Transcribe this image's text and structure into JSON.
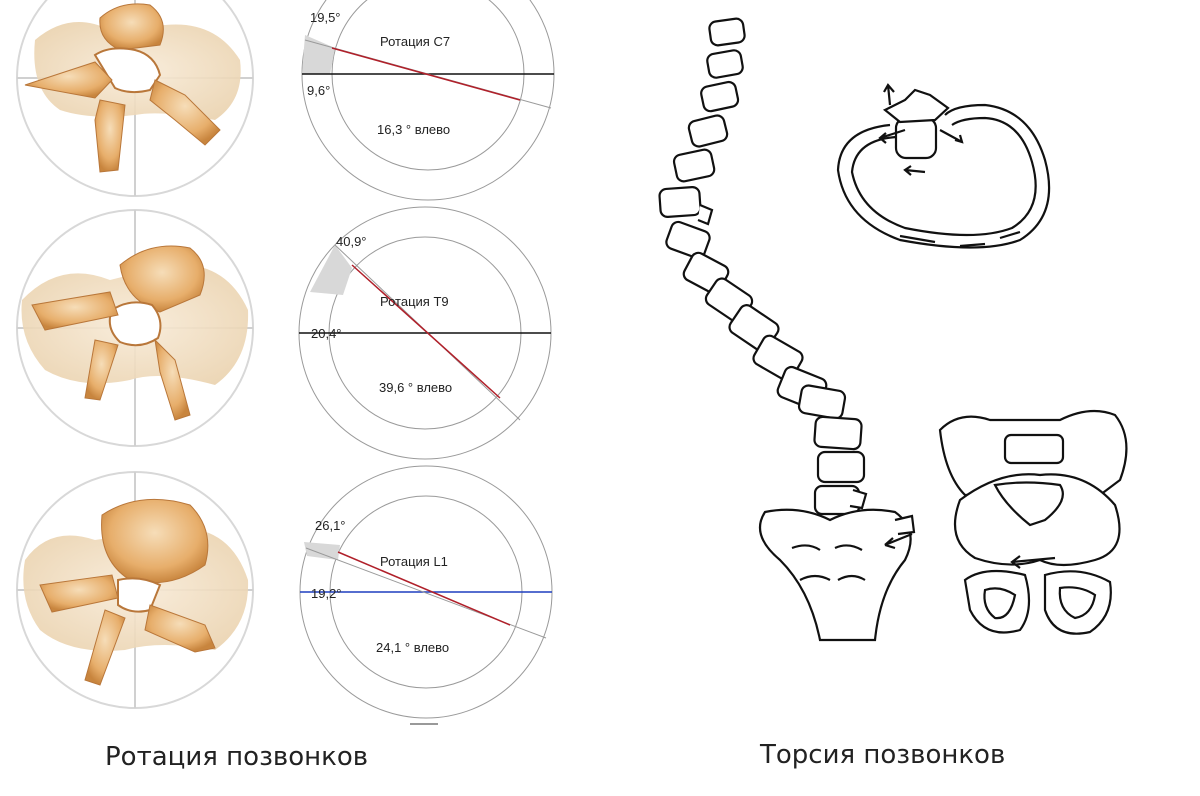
{
  "rotation_panel": {
    "caption": "Ротация позвонков",
    "rows": [
      {
        "title": "Ротация C7",
        "top_angle": "19,5°",
        "bottom_angle": "9,6°",
        "result": "16,3 ° влево"
      },
      {
        "title": "Ротация T9",
        "top_angle": "40,9°",
        "bottom_angle": "20,4°",
        "result": "39,6 ° влево"
      },
      {
        "title": "Ротация L1",
        "top_angle": "26,1°",
        "bottom_angle": "19,2°",
        "result": "24,1 ° влево"
      }
    ]
  },
  "torsion_panel": {
    "caption": "Торсия позвонков"
  },
  "colors": {
    "bone": "#E3A45E",
    "bone_light": "#F3D7B0",
    "rotation_line": "#B0202A",
    "baseline": "#111111",
    "baseline_l1": "#1F3FBF",
    "sector": "#D8D8D8"
  }
}
